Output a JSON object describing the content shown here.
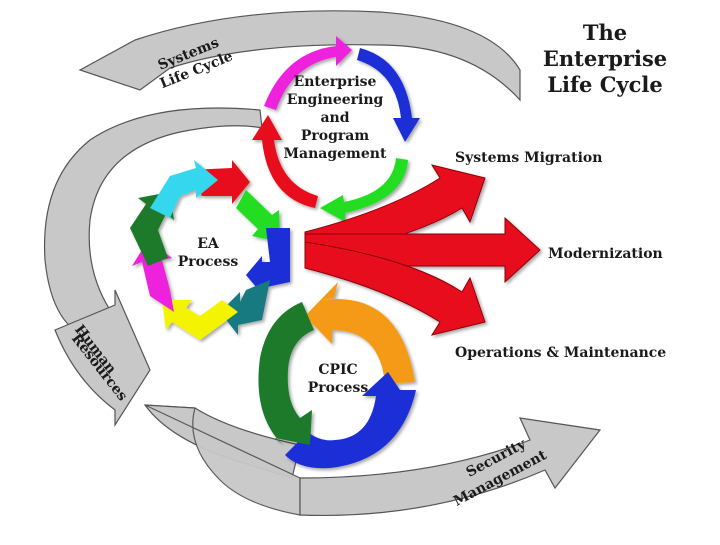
{
  "title": [
    "The",
    "Enterprise",
    "Life Cycle"
  ],
  "cycles": {
    "enterprise_engineering": [
      "Enterprise",
      "Engineering",
      "and",
      "Program",
      "Management"
    ],
    "ea_process": [
      "EA",
      "Process"
    ],
    "cpic_process": [
      "CPIC",
      "Process"
    ]
  },
  "side_arrows": {
    "systems_life_cycle": [
      "Systems",
      "Life Cycle"
    ],
    "human_resources": [
      "Human",
      "Resources"
    ],
    "security_management": [
      "Security",
      "Management"
    ]
  },
  "outputs": {
    "systems_migration": "Systems Migration",
    "modernization": "Modernization",
    "operations_maintenance": "Operations & Maintenance"
  },
  "colors": {
    "red": "#e8101c",
    "blue": "#1a2fd6",
    "magenta": "#ee22dd",
    "green": "#22dd22",
    "dark_green": "#1d7a2a",
    "cyan": "#35d7ef",
    "teal": "#157a80",
    "yellow": "#f4f400",
    "orange": "#f49a15",
    "gray": "#c8c8c8"
  }
}
